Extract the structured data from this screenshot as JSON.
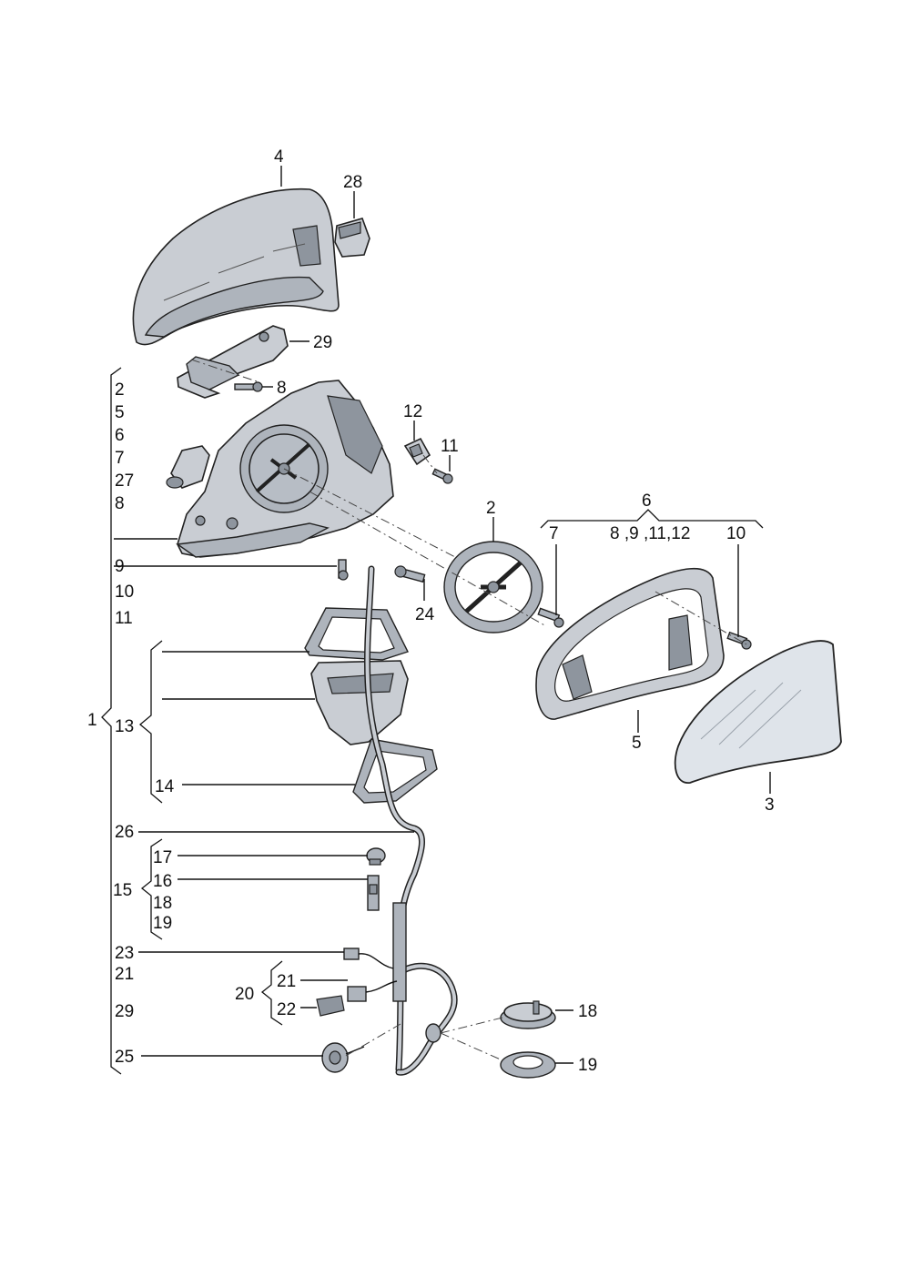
{
  "labels": {
    "p4": "4",
    "p28": "28",
    "p29_top": "29",
    "p8_top": "8",
    "p12": "12",
    "p11_top": "11",
    "list1": [
      "2",
      "5",
      "6",
      "7",
      "27",
      "8"
    ],
    "p9": "9",
    "p10_left": "10",
    "p11_left": "11",
    "p24": "24",
    "p2_right": "2",
    "p6": "6",
    "p7": "7",
    "group6_sub": "8 ,9 ,11,12",
    "p10_right": "10",
    "p5": "5",
    "p3": "3",
    "p1": "1",
    "p13": "13",
    "p14": "14",
    "p26": "26",
    "p17": "17",
    "p15": "15",
    "p16": "16",
    "p18_left": "18",
    "p19_left": "19",
    "p23": "23",
    "p21_left": "21",
    "p20": "20",
    "p21_mid": "21",
    "p22": "22",
    "p29_left": "29",
    "p25": "25",
    "p18_right": "18",
    "p19_right": "19"
  },
  "colors": {
    "part_fill": "#c9cdd3",
    "part_dark": "#8e959e",
    "outline": "#222222"
  }
}
